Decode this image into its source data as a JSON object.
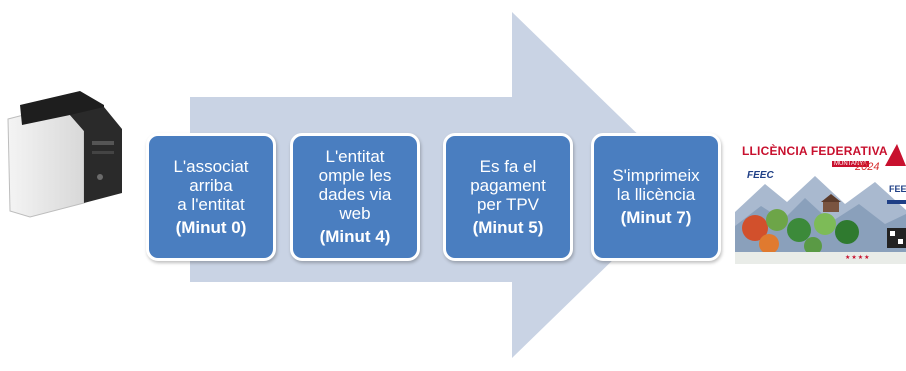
{
  "steps": [
    {
      "text": "L'associat\narriba\na l'entitat",
      "time": "(Minut 0)"
    },
    {
      "text": "L'entitat\nomple les\ndades via\nweb",
      "time": "(Minut 4)"
    },
    {
      "text": "Es fa el\npagament\nper TPV",
      "time": "(Minut 5)"
    },
    {
      "text": "S'imprimeix\nla llicència",
      "time": "(Minut 7)"
    }
  ],
  "card": {
    "title": "LLICÈNCIA FEDERATIVA",
    "year": "2024",
    "brand": "FEEC",
    "tag": "MUNTANYA",
    "stars": "★★★★",
    "brand_right": "FEEC"
  },
  "colors": {
    "arrow": "#c9d3e4",
    "step_fill": "#4a7ec0",
    "step_border": "#ffffff",
    "card_red": "#c8102e"
  },
  "icons": [
    "card-printer-icon",
    "license-card-image"
  ]
}
